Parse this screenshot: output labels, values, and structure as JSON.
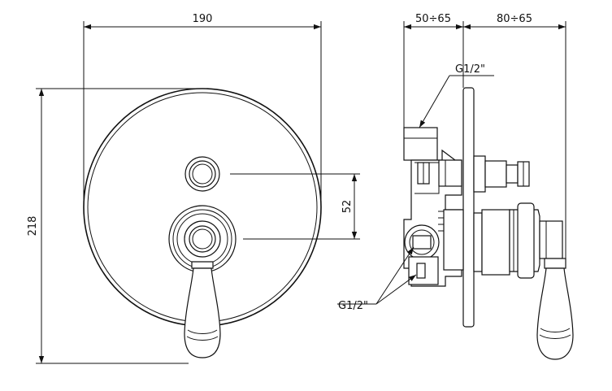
{
  "dimensions": {
    "plate_width": "190",
    "height": "218",
    "spacing": "52",
    "depth_range": "50÷65",
    "projection_range": "80÷65"
  },
  "callouts": {
    "top_connection": "G1/2\"",
    "bottom_connection": "G1/2\""
  }
}
